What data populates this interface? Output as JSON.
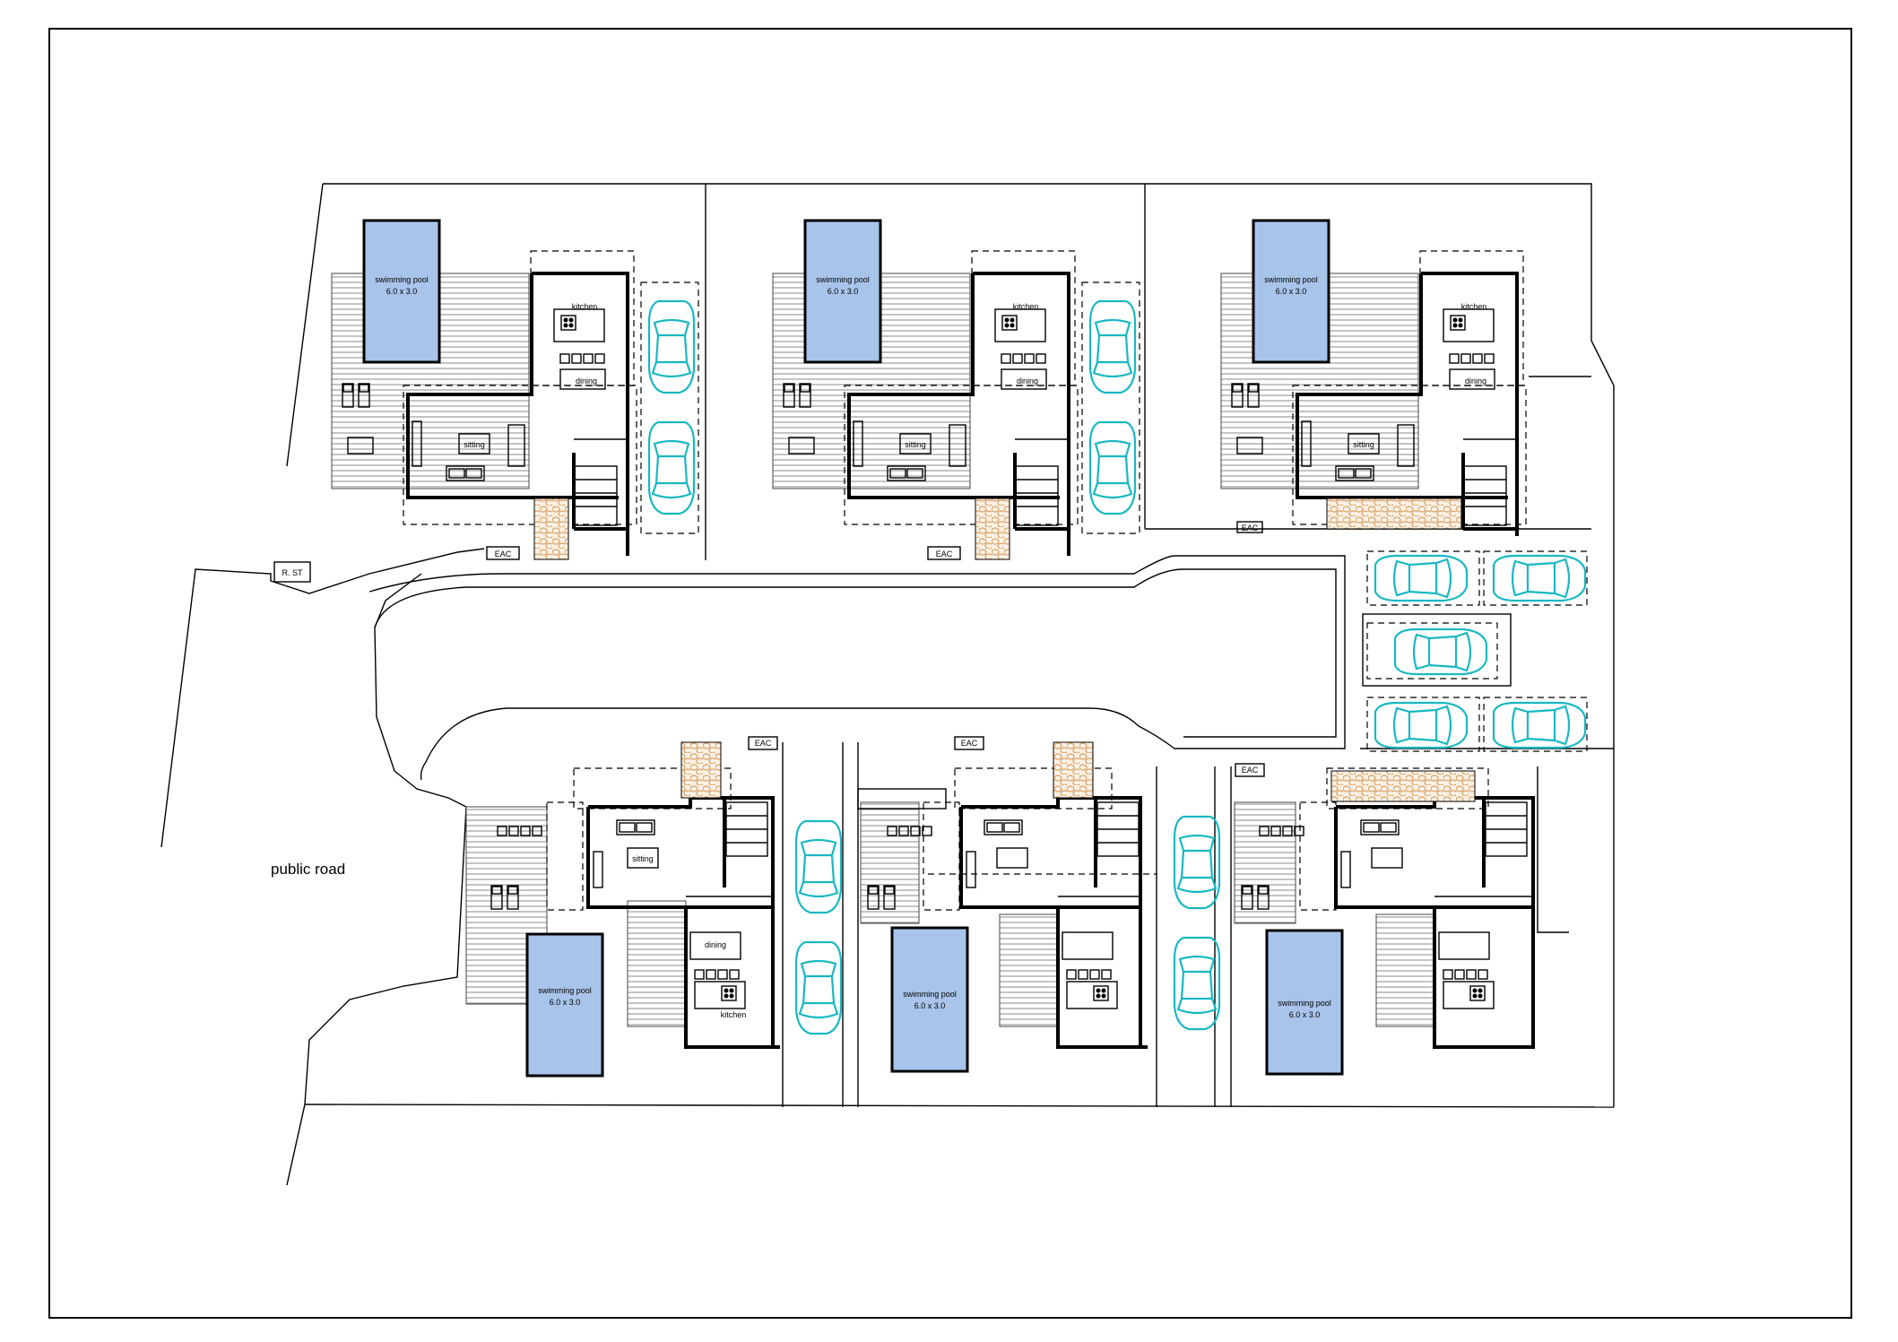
{
  "labels": {
    "public_road": "public road",
    "relay_station": "R. ST",
    "eac": "EAC",
    "pool_name": "swimming pool",
    "pool_size": "6.0 x 3.0",
    "kitchen": "kitchen",
    "dining": "dining",
    "sitting": "sitting"
  },
  "colors": {
    "pool": "#a9c4eb",
    "car": "#18b8c2",
    "paving": "#d9a46a"
  },
  "houses": [
    {
      "name": "top-left",
      "pool_label": "swimming pool",
      "pool_size": "6.0 x 3.0",
      "rooms": [
        "kitchen",
        "dining",
        "sitting"
      ]
    },
    {
      "name": "top-middle",
      "pool_label": "swimming pool",
      "pool_size": "6.0 x 3.0",
      "rooms": [
        "kitchen",
        "dining",
        "sitting"
      ]
    },
    {
      "name": "top-right",
      "pool_label": "swimming pool",
      "pool_size": "6.0 x 3.0",
      "rooms": [
        "kitchen",
        "dining",
        "sitting"
      ]
    },
    {
      "name": "bottom-left",
      "pool_label": "swimming pool",
      "pool_size": "6.0 x 3.0",
      "rooms": [
        "sitting",
        "dining",
        "kitchen"
      ]
    },
    {
      "name": "bottom-middle",
      "pool_label": "swimming pool",
      "pool_size": "6.0 x 3.0",
      "rooms": []
    },
    {
      "name": "bottom-right",
      "pool_label": "swimming pool",
      "pool_size": "6.0 x 3.0",
      "rooms": []
    }
  ]
}
